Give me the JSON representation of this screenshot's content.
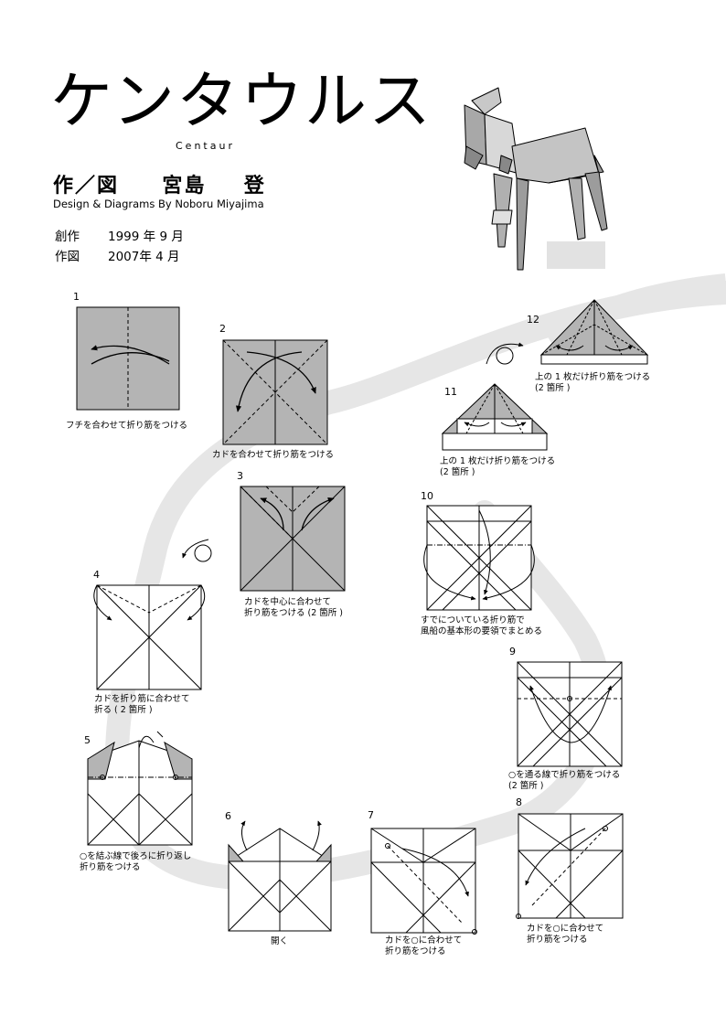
{
  "title": "ケンタウルス",
  "subtitle": "Centaur",
  "author": {
    "label": "作／図",
    "name_family": "宮島",
    "name_given": "登",
    "english": "Design & Diagrams By Noboru Miyajima"
  },
  "dates": [
    {
      "label": "創作",
      "value": "1999 年 9 月"
    },
    {
      "label": "作図",
      "value": "2007年 4 月"
    }
  ],
  "steps": [
    {
      "num": "1",
      "caption": [
        "フチを合わせて折り筋をつける"
      ]
    },
    {
      "num": "2",
      "caption": [
        "カドを合わせて折り筋をつける"
      ]
    },
    {
      "num": "3",
      "caption": [
        "カドを中心に合わせて",
        "折り筋をつける (2 箇所 )"
      ]
    },
    {
      "num": "4",
      "caption": [
        "カドを折り筋に合わせて",
        "折る ( 2 箇所 )"
      ]
    },
    {
      "num": "5",
      "caption": [
        "○を結ぶ線で後ろに折り返し",
        "折り筋をつける"
      ]
    },
    {
      "num": "6",
      "caption": [
        "開く"
      ]
    },
    {
      "num": "7",
      "caption": [
        "カドを○に合わせて",
        "折り筋をつける"
      ]
    },
    {
      "num": "8",
      "caption": [
        "カドを○に合わせて",
        "折り筋をつける"
      ]
    },
    {
      "num": "9",
      "caption": [
        "○を通る線で折り筋をつける",
        "(2 箇所 )"
      ]
    },
    {
      "num": "10",
      "caption": [
        "すでについている折り筋で",
        "風船の基本形の要領でまとめる"
      ]
    },
    {
      "num": "11",
      "caption": [
        "上の 1 枚だけ折り筋をつける",
        "(2 箇所 )"
      ]
    },
    {
      "num": "12",
      "caption": [
        "上の 1 枚だけ折り筋をつける",
        "(2 箇所 )"
      ]
    }
  ],
  "colors": {
    "paper_gray": "#b4b4b4",
    "path_gray": "#e6e6e6"
  }
}
